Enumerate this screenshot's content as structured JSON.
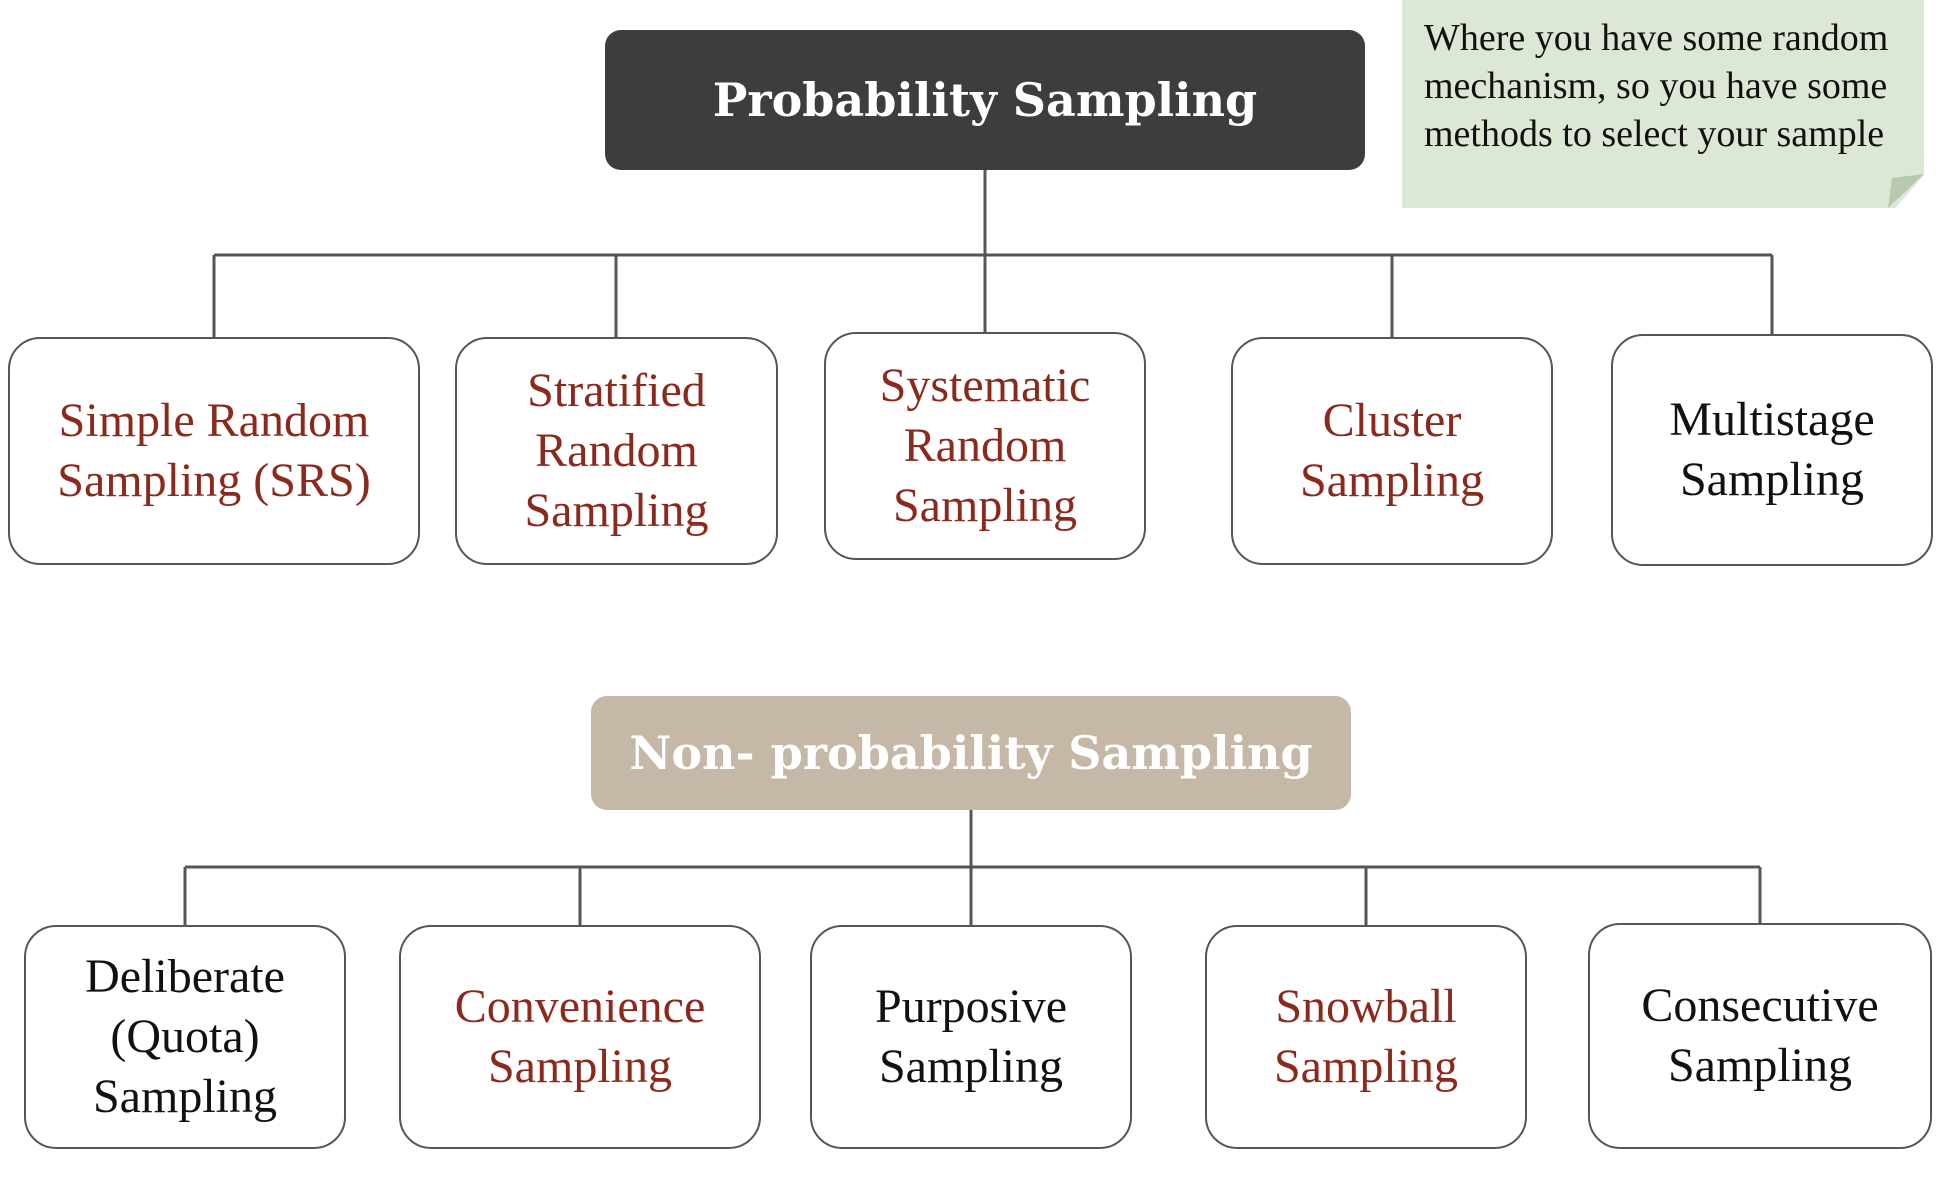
{
  "colors": {
    "probability_header_bg": "#3d3d3d",
    "non_probability_header_bg": "#c5b8a7",
    "note_bg": "#dce8d5",
    "red_text": "#8b2a1c",
    "black_text": "#111111"
  },
  "note": {
    "text": "Where you have some random mechanism, so you have some methods to select your sample"
  },
  "probability": {
    "title": "Probability Sampling",
    "children": [
      {
        "label": "Simple Random\nSampling (SRS)",
        "color": "#8b2a1c"
      },
      {
        "label": "Stratified\nRandom\nSampling",
        "color": "#8b2a1c"
      },
      {
        "label": "Systematic\nRandom\nSampling",
        "color": "#8b2a1c"
      },
      {
        "label": "Cluster\nSampling",
        "color": "#8b2a1c"
      },
      {
        "label": "Multistage\nSampling",
        "color": "#111111"
      }
    ]
  },
  "non_probability": {
    "title": "Non- probability Sampling",
    "children": [
      {
        "label": "Deliberate\n(Quota)\nSampling",
        "color": "#111111"
      },
      {
        "label": "Convenience\nSampling",
        "color": "#8b2a1c"
      },
      {
        "label": "Purposive\nSampling",
        "color": "#111111"
      },
      {
        "label": "Snowball\nSampling",
        "color": "#8b2a1c"
      },
      {
        "label": "Consecutive\nSampling",
        "color": "#111111"
      }
    ]
  }
}
